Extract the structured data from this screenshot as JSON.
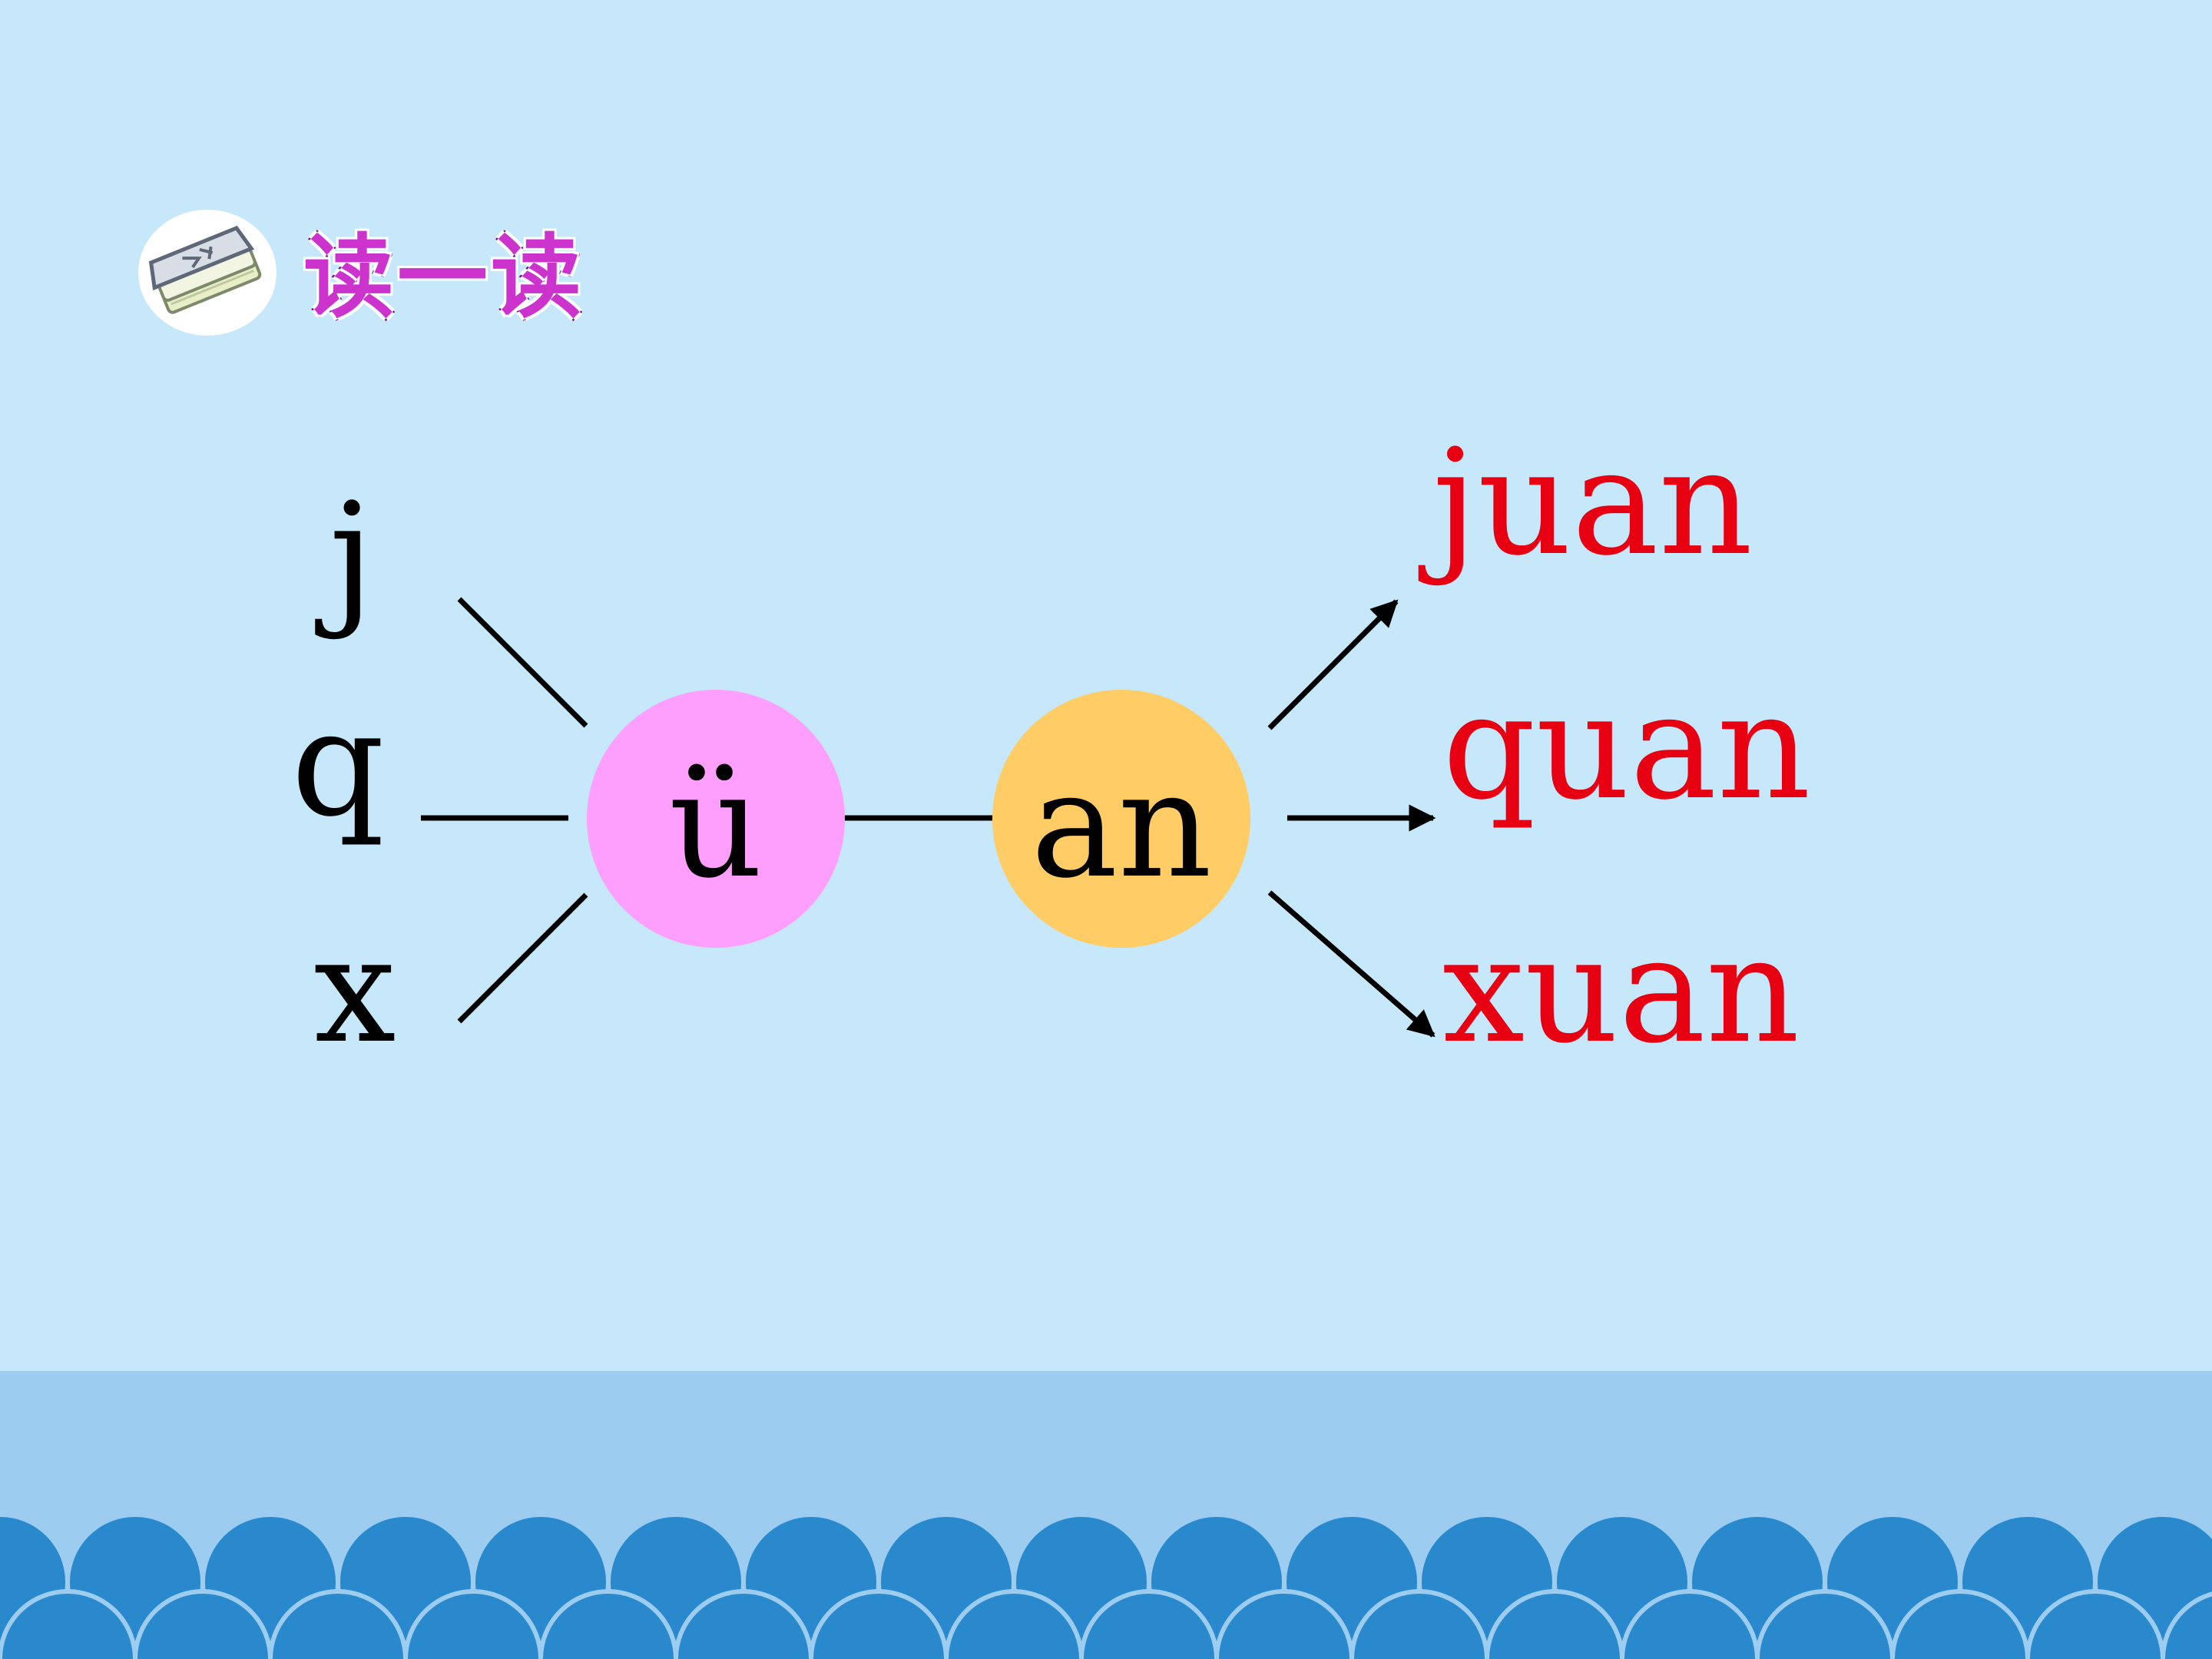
{
  "header": {
    "title": "读一读",
    "icon": "book-icon"
  },
  "diagram": {
    "initials": [
      "j",
      "q",
      "x"
    ],
    "medial": {
      "label": "ü",
      "color": "#ff9ffd"
    },
    "final": {
      "label": "an",
      "color": "#ffcc66"
    },
    "results": [
      "juan",
      "quan",
      "xuan"
    ],
    "result_color": "#e60012",
    "text_color": "#000000",
    "line_color": "#000000"
  },
  "colors": {
    "background": "#c6e8fa",
    "band": "#9ccdf0",
    "waves": "#2a88cc"
  }
}
